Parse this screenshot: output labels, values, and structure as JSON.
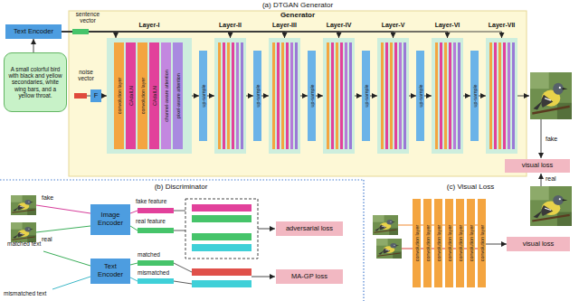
{
  "diagram": {
    "nodes": [
      {
        "text": [
          "Text Encoder"
        ]
      },
      {
        "text": [
          "A small colorful bird with black and yellow secondaries, white wing bars, and a yellow throat."
        ]
      },
      {
        "text": [
          "Generator"
        ]
      },
      {
        "text": [
          "F"
        ],
        "in": 2
      },
      {
        "text": [
          "Layer-I"
        ],
        "in": 2
      },
      {
        "text": [
          "convolution layer"
        ],
        "in": 4
      },
      {
        "text": [
          "CAdaILN"
        ],
        "in": 4
      },
      {
        "text": [
          "convolution layer"
        ],
        "in": 4
      },
      {
        "text": [
          "CAdaILN"
        ],
        "in": 4
      },
      {
        "text": [
          "channel-aware attention"
        ],
        "in": 4
      },
      {
        "text": [
          "pixel-aware attention"
        ],
        "in": 4
      },
      {
        "text": [
          "up-sample"
        ],
        "in": 2
      },
      {
        "text": [
          "Layer-II"
        ],
        "in": 2
      },
      {
        "text": [
          "up-sample"
        ],
        "in": 2
      },
      {
        "text": [
          "Layer-III"
        ],
        "in": 2
      },
      {
        "text": [
          "up-sample"
        ],
        "in": 2
      },
      {
        "text": [
          "Layer-IV"
        ],
        "in": 2
      },
      {
        "text": [
          "up-sample"
        ],
        "in": 2
      },
      {
        "text": [
          "Layer-V"
        ],
        "in": 2
      },
      {
        "text": [
          "up-sample"
        ],
        "in": 2
      },
      {
        "text": [
          "Layer-VI"
        ],
        "in": 2
      },
      {
        "text": [
          "up-sample"
        ],
        "in": 2
      },
      {
        "text": [
          "Layer-VII"
        ],
        "in": 2
      },
      {
        "text": [
          "visual loss"
        ]
      },
      {
        "text": [
          "Image Encoder"
        ]
      },
      {
        "text": [
          "Text Encoder"
        ]
      },
      {
        "text": [
          "adversarial loss"
        ]
      },
      {
        "text": [
          "MA-GP loss"
        ]
      },
      {
        "text": [
          "convolution layer"
        ]
      },
      {
        "text": [
          "convolution layer"
        ]
      },
      {
        "text": [
          "convolution layer"
        ]
      },
      {
        "text": [
          "convolution layer"
        ]
      },
      {
        "text": [
          "convolution layer"
        ]
      },
      {
        "text": [
          "convolution layer"
        ]
      },
      {
        "text": [
          "convolution layer"
        ]
      },
      {
        "text": [
          "visual loss"
        ]
      }
    ],
    "edges": [
      {
        "from": 1,
        "to": 0,
        "arrow": "to"
      },
      {
        "from": 0,
        "to": 4,
        "arrow": "to"
      },
      {
        "from": 0,
        "to": 12,
        "arrow": "to"
      },
      {
        "from": 0,
        "to": 14,
        "arrow": "to"
      },
      {
        "from": 0,
        "to": 16,
        "arrow": "to"
      },
      {
        "from": 0,
        "to": 18,
        "arrow": "to"
      },
      {
        "from": 0,
        "to": 20,
        "arrow": "to"
      },
      {
        "from": 0,
        "to": 22,
        "arrow": "to"
      },
      {
        "from": 3,
        "to": 4,
        "arrow": "to"
      },
      {
        "from": 4,
        "to": 11,
        "arrow": "to"
      },
      {
        "from": 11,
        "to": 12,
        "arrow": "to"
      },
      {
        "from": 12,
        "to": 13,
        "arrow": "to"
      },
      {
        "from": 13,
        "to": 14,
        "arrow": "to"
      },
      {
        "from": 14,
        "to": 15,
        "arrow": "to"
      },
      {
        "from": 15,
        "to": 16,
        "arrow": "to"
      },
      {
        "from": 16,
        "to": 17,
        "arrow": "to"
      },
      {
        "from": 17,
        "to": 18,
        "arrow": "to"
      },
      {
        "from": 18,
        "to": 19,
        "arrow": "to"
      },
      {
        "from": 19,
        "to": 20,
        "arrow": "to"
      },
      {
        "from": 20,
        "to": 21,
        "arrow": "to"
      },
      {
        "from": 21,
        "to": 22,
        "arrow": "to"
      },
      {
        "from": 34,
        "to": 35,
        "arrow": "to"
      }
    ],
    "labels": [
      "(a) DTGAN Generator",
      "sentence vector",
      "noise vector",
      "fake",
      "real",
      "(b) Discriminator",
      "fake",
      "real",
      "fake feature",
      "real feature",
      "matched text",
      "mismatched text",
      "matched",
      "mismatched",
      "(c) Visual Loss"
    ]
  }
}
